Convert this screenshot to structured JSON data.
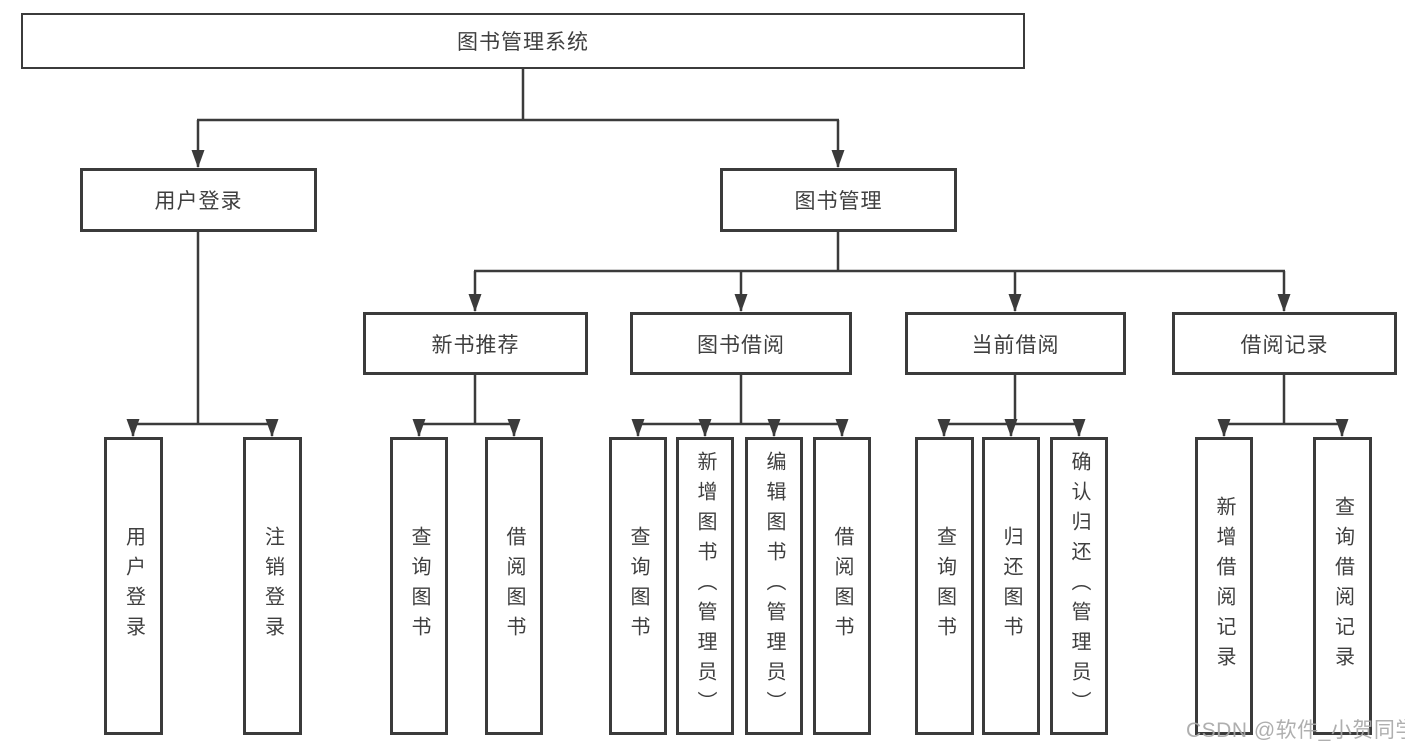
{
  "watermark": "CSDN @软件_小贺同学",
  "colors": {
    "line": "#3b3b3b",
    "box_border": "#3b3b3b",
    "text": "#3f3f3f",
    "watermark_text": "#a8a8a8",
    "background": "#ffffff"
  },
  "nodes": {
    "root": "图书管理系统",
    "level2": [
      "用户登录",
      "图书管理"
    ],
    "level3": [
      "新书推荐",
      "图书借阅",
      "当前借阅",
      "借阅记录"
    ],
    "leaves": {
      "user_login": [
        "用户登录",
        "注销登录"
      ],
      "new_book_recommend": [
        "查询图书",
        "借阅图书"
      ],
      "book_borrow": [
        "查询图书",
        "新增图书（管理员）",
        "编辑图书（管理员）",
        "借阅图书"
      ],
      "current_borrow": [
        "查询图书",
        "归还图书",
        "确认归还（管理员）"
      ],
      "borrow_records": [
        "新增借阅记录",
        "查询借阅记录"
      ]
    }
  }
}
